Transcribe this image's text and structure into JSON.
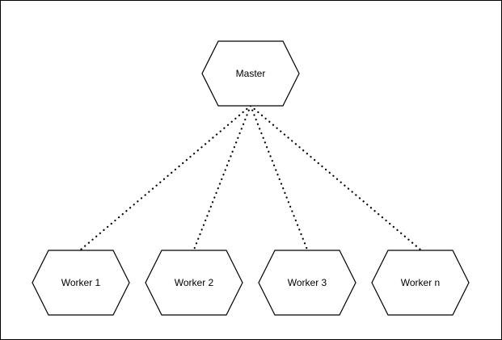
{
  "diagram": {
    "master": {
      "label": "Master"
    },
    "workers": [
      {
        "label": "Worker 1"
      },
      {
        "label": "Worker 2"
      },
      {
        "label": "Worker 3"
      },
      {
        "label": "Worker n"
      }
    ],
    "connector_style": "dotted"
  }
}
